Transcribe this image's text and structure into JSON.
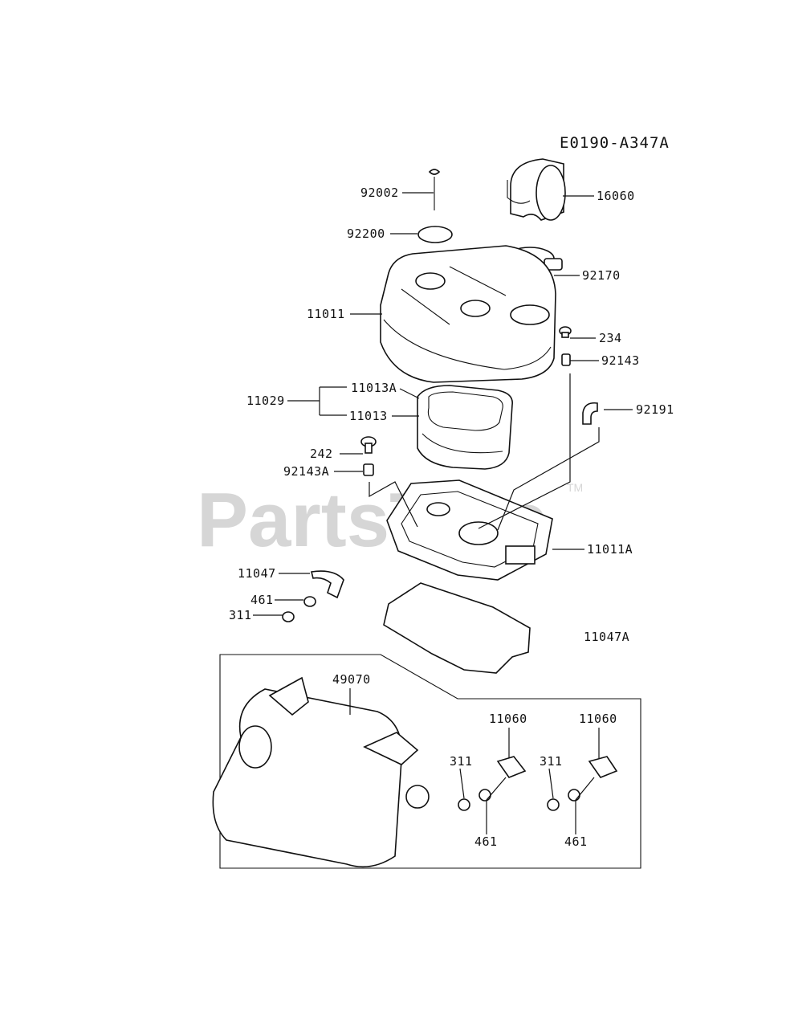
{
  "diagram_code": "E0190-A347A",
  "watermark": {
    "text": "PartsTree",
    "trademark": "TM"
  },
  "parts": {
    "p92002": "92002",
    "p92200": "92200",
    "p16060": "16060",
    "p92170": "92170",
    "p11011": "11011",
    "p234": "234",
    "p92143": "92143",
    "p11013A": "11013A",
    "p11029": "11029",
    "p11013": "11013",
    "p92191": "92191",
    "p242": "242",
    "p92143A": "92143A",
    "p11011A": "11011A",
    "p11047": "11047",
    "p461_top": "461",
    "p311_top": "311",
    "p11047A": "11047A",
    "p49070": "49070",
    "p11060_l": "11060",
    "p11060_r": "11060",
    "p311_l": "311",
    "p311_r": "311",
    "p461_l": "461",
    "p461_r": "461"
  }
}
